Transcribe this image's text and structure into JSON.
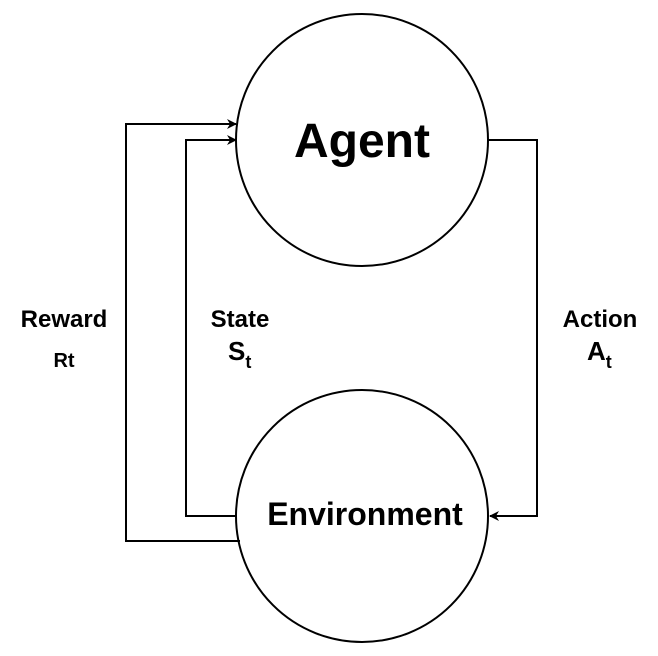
{
  "nodes": {
    "agent": {
      "label": "Agent"
    },
    "environment": {
      "label": "Environment"
    }
  },
  "edges": {
    "reward": {
      "label": "Reward",
      "symbol": "Rt"
    },
    "state": {
      "label": "State",
      "symbol": "S",
      "subscript": "t"
    },
    "action": {
      "label": "Action",
      "symbol": "A",
      "subscript": "t"
    }
  },
  "colors": {
    "stroke": "#000000",
    "background": "#ffffff"
  }
}
